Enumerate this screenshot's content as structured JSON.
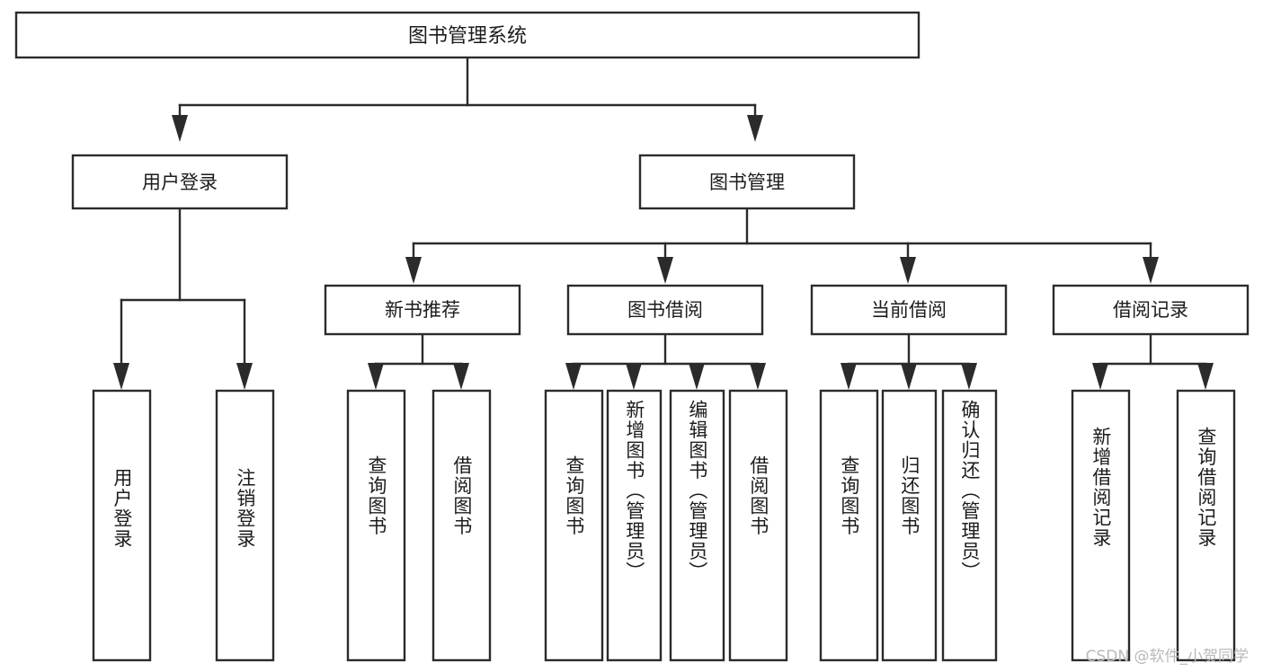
{
  "diagram": {
    "title": "图书管理系统",
    "type": "tree",
    "watermark": "CSDN @软件_小贺同学",
    "colors": {
      "background": "#ffffff",
      "stroke": "#2b2b2b",
      "box_fill": "#ffffff",
      "text": "#1c1c1c",
      "watermark": "#b9b9b9"
    },
    "root": {
      "id": "root",
      "label": "图书管理系统",
      "orientation": "horizontal"
    },
    "level2": [
      {
        "id": "user-login",
        "label": "用户登录",
        "orientation": "horizontal"
      },
      {
        "id": "book-manage",
        "label": "图书管理",
        "orientation": "horizontal"
      }
    ],
    "level3": [
      {
        "id": "new-book-recommend",
        "label": "新书推荐",
        "orientation": "horizontal",
        "parent": "book-manage"
      },
      {
        "id": "book-borrow",
        "label": "图书借阅",
        "orientation": "horizontal",
        "parent": "book-manage"
      },
      {
        "id": "current-borrow",
        "label": "当前借阅",
        "orientation": "horizontal",
        "parent": "book-manage"
      },
      {
        "id": "borrow-record",
        "label": "借阅记录",
        "orientation": "horizontal",
        "parent": "book-manage"
      }
    ],
    "leaves": [
      {
        "id": "leaf-user-login",
        "label": "用户登录",
        "parent": "user-login",
        "orientation": "vertical"
      },
      {
        "id": "leaf-logout-login",
        "label": "注销登录",
        "parent": "user-login",
        "orientation": "vertical"
      },
      {
        "id": "leaf-query-book-1",
        "label": "查询图书",
        "parent": "new-book-recommend",
        "orientation": "vertical"
      },
      {
        "id": "leaf-borrow-book-1",
        "label": "借阅图书",
        "parent": "new-book-recommend",
        "orientation": "vertical"
      },
      {
        "id": "leaf-query-book-2",
        "label": "查询图书",
        "parent": "book-borrow",
        "orientation": "vertical"
      },
      {
        "id": "leaf-add-book",
        "label": "新增图书（管理员）",
        "parent": "book-borrow",
        "orientation": "vertical"
      },
      {
        "id": "leaf-edit-book",
        "label": "编辑图书（管理员）",
        "parent": "book-borrow",
        "orientation": "vertical"
      },
      {
        "id": "leaf-borrow-book-2",
        "label": "借阅图书",
        "parent": "book-borrow",
        "orientation": "vertical"
      },
      {
        "id": "leaf-query-book-3",
        "label": "查询图书",
        "parent": "current-borrow",
        "orientation": "vertical"
      },
      {
        "id": "leaf-return-book",
        "label": "归还图书",
        "parent": "current-borrow",
        "orientation": "vertical"
      },
      {
        "id": "leaf-confirm-return",
        "label": "确认归还（管理员）",
        "parent": "current-borrow",
        "orientation": "vertical"
      },
      {
        "id": "leaf-add-record",
        "label": "新增借阅记录",
        "parent": "borrow-record",
        "orientation": "vertical"
      },
      {
        "id": "leaf-query-record",
        "label": "查询借阅记录",
        "parent": "borrow-record",
        "orientation": "vertical"
      }
    ]
  }
}
